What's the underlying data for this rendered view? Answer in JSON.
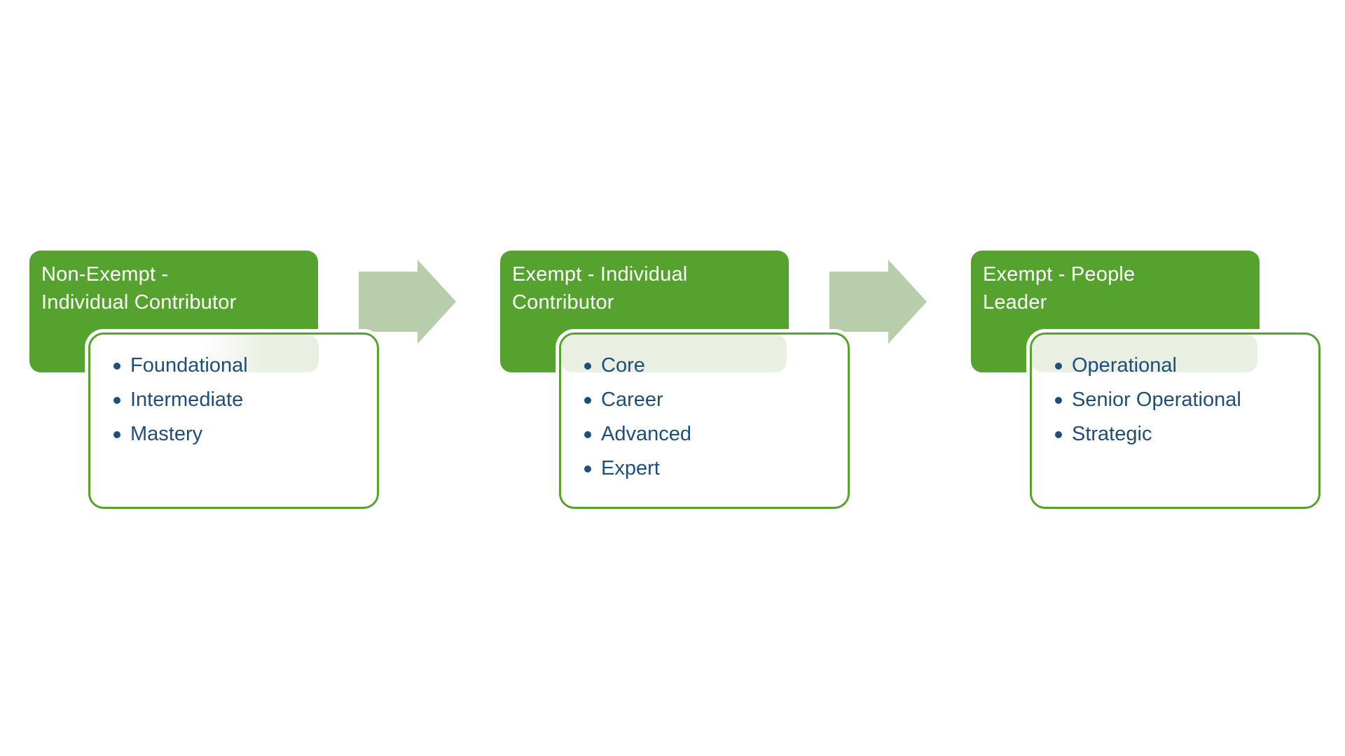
{
  "diagram": {
    "background": "#ffffff",
    "colors": {
      "box_green": "#56a22f",
      "arrow_green": "#b7cdac",
      "highlight_band": "#e9efe3",
      "title_text": "#ffffff",
      "bullet_text": "#1f4e79"
    },
    "groups": [
      {
        "title_line1": "Non-Exempt -",
        "title_line2": "Individual Contributor",
        "bullets": [
          "Foundational",
          "Intermediate",
          "Mastery"
        ]
      },
      {
        "title_line1": "Exempt - Individual",
        "title_line2": "Contributor",
        "bullets": [
          "Core",
          "Career",
          "Advanced",
          "Expert"
        ]
      },
      {
        "title_line1": "Exempt - People",
        "title_line2": "Leader",
        "bullets": [
          "Operational",
          "Senior Operational",
          "Strategic"
        ]
      }
    ],
    "arrow_icon": "right-arrow"
  }
}
